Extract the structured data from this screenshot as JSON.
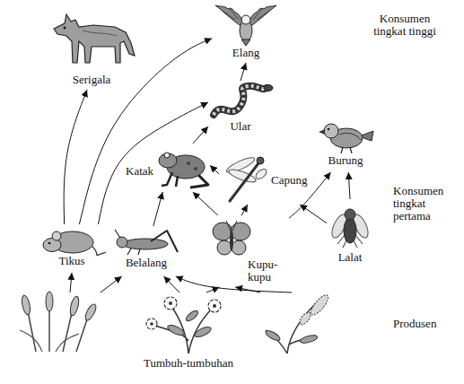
{
  "diagram": {
    "nodes": [
      {
        "text": [
          "Elang"
        ]
      },
      {
        "text": [
          "Serigala"
        ]
      },
      {
        "text": [
          "Ular"
        ]
      },
      {
        "text": [
          "Katak"
        ]
      },
      {
        "text": [
          "Capung"
        ]
      },
      {
        "text": [
          "Burung"
        ]
      },
      {
        "text": [
          "Tikus"
        ]
      },
      {
        "text": [
          "Belalang"
        ]
      },
      {
        "text": [
          "Kupu-kupu"
        ]
      },
      {
        "text": [
          "Lalat"
        ]
      },
      {
        "text": [
          "Tumbuh-tumbuhan"
        ]
      }
    ],
    "edges": [
      {
        "from": 6,
        "to": 1,
        "arrow": "to"
      },
      {
        "from": 6,
        "to": 0,
        "arrow": "to"
      },
      {
        "from": 6,
        "to": 2,
        "arrow": "to"
      },
      {
        "from": 2,
        "to": 0,
        "arrow": "to"
      },
      {
        "from": 3,
        "to": 2,
        "arrow": "to"
      },
      {
        "from": 7,
        "to": 3,
        "arrow": "to"
      },
      {
        "from": 4,
        "to": 3,
        "arrow": "to"
      },
      {
        "from": 8,
        "to": 3,
        "arrow": "to"
      },
      {
        "from": 8,
        "to": 4,
        "arrow": "to"
      },
      {
        "from": 8,
        "to": 5,
        "arrow": "to"
      },
      {
        "from": 9,
        "to": 5,
        "arrow": "to"
      },
      {
        "from": 9,
        "to": 4,
        "arrow": "to"
      },
      {
        "from": 10,
        "to": 6,
        "arrow": "to"
      },
      {
        "from": 10,
        "to": 7,
        "arrow": "to"
      },
      {
        "from": 10,
        "to": 7,
        "arrow": "to"
      },
      {
        "from": 10,
        "to": 7,
        "arrow": "to"
      },
      {
        "from": 10,
        "to": 8,
        "arrow": "to"
      },
      {
        "from": 10,
        "to": 8,
        "arrow": "to"
      }
    ],
    "labels": [
      "Konsumen tingkat tinggi",
      "Konsumen tingkat pertama",
      "Produsen"
    ]
  }
}
